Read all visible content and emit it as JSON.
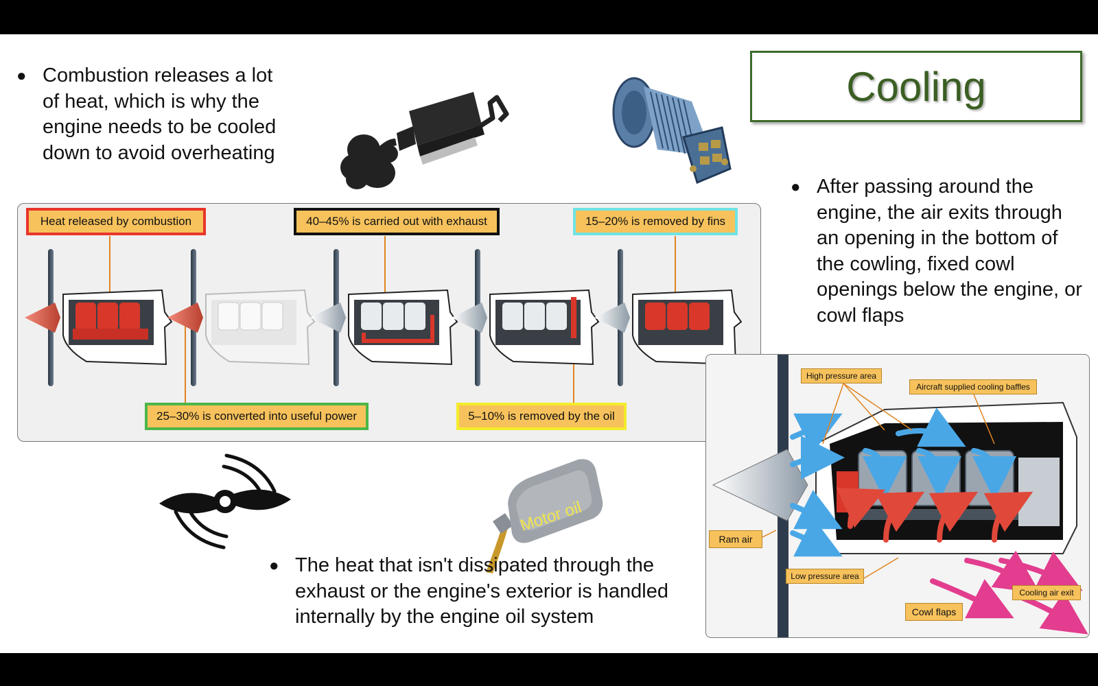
{
  "slide": {
    "title": "Cooling",
    "bullets": {
      "combustion": "Combustion releases a lot of heat, which is why the engine needs to be cooled down to avoid overheating",
      "air_exit": "After passing around the engine, the air exits through an opening in the bottom of the cowling, fixed cowl openings below the engine, or cowl flaps",
      "oil": "The heat that isn't dissipated through the exhaust or the engine's exterior is handled internally by the engine oil system"
    },
    "bullet_marker": "●"
  },
  "heat_diagram": {
    "labels": {
      "combustion": "Heat released by combustion",
      "exhaust": "40–45% is carried out with exhaust",
      "fins": "15–20% is removed by fins",
      "power": "25–30% is converted into useful power",
      "oil": "5–10% is removed by the oil"
    },
    "colors": {
      "combustion_border": "#e8352a",
      "exhaust_border": "#111111",
      "fins_border": "#6fe3e3",
      "power_border": "#4cb648",
      "oil_border": "#f3ec2a",
      "label_fill": "#f7c25c"
    }
  },
  "oil_bottle": {
    "label": "Motor oil"
  },
  "cutaway": {
    "labels": {
      "high_pressure": "High pressure area",
      "baffles": "Aircraft supplied cooling baffles",
      "ram_air": "Ram air",
      "low_pressure": "Low pressure area",
      "exit": "Cooling air exit",
      "cowl_flaps": "Cowl flaps"
    }
  },
  "icons": [
    "muffler-icon",
    "engine-cylinder-icon",
    "propeller-icon",
    "oil-bottle-icon"
  ],
  "accent": {
    "title_green": "#3b5e23",
    "border_green": "#3d6b2a"
  }
}
